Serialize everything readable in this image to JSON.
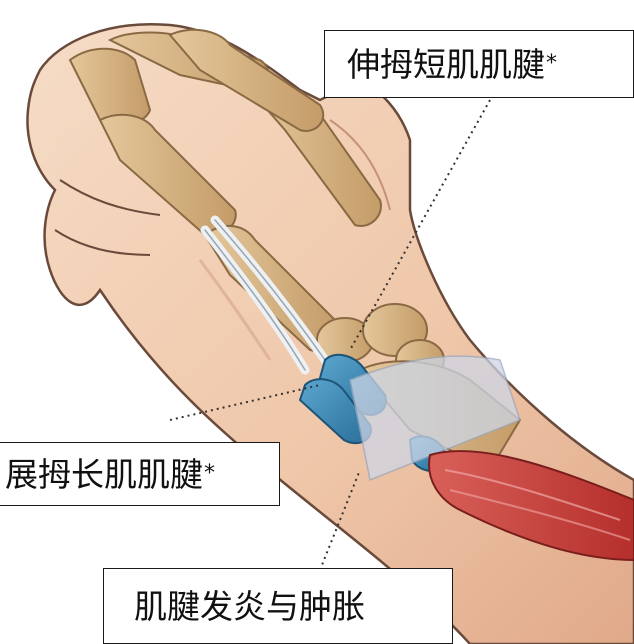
{
  "labels": {
    "epb": {
      "text": "伸拇短肌肌腱",
      "mark": "*"
    },
    "apl": {
      "text": "展拇长肌肌腱",
      "mark": "*"
    },
    "tendinitis": {
      "text": "肌腱发炎与肿胀"
    }
  },
  "colors": {
    "skin": "#f2cfb4",
    "skin_shadow": "#dca687",
    "skin_outline": "#6a4a3a",
    "bone": "#d6b486",
    "bone_shadow": "#b48c5c",
    "tendon_white": "#eef1f4",
    "tendon_sheath": "#3a86b3",
    "retinaculum": "#cdd6e6",
    "muscle": "#c8403c",
    "leader_line": "#333333"
  }
}
